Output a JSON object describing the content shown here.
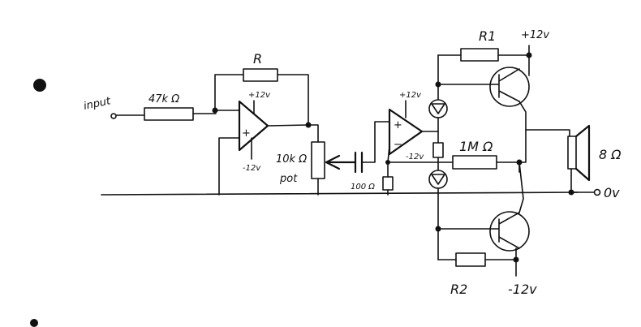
{
  "diagram": {
    "labels": {
      "input": "input",
      "r_input": "47k Ω",
      "r_feedback": "R",
      "amp1_pos": "+12v",
      "amp1_neg": "-12v",
      "pot_value": "10k Ω",
      "pot_name": "pot",
      "amp2_pos": "+12v",
      "amp2_neg": "-12v",
      "r_sense": "100 Ω",
      "r_bias": "1M Ω",
      "r1": "R1",
      "r1_supply": "+12v",
      "r2": "R2",
      "r2_supply": "-12v",
      "speaker": "8 Ω",
      "ground": "0v",
      "plus": "+",
      "minus": "−"
    }
  }
}
